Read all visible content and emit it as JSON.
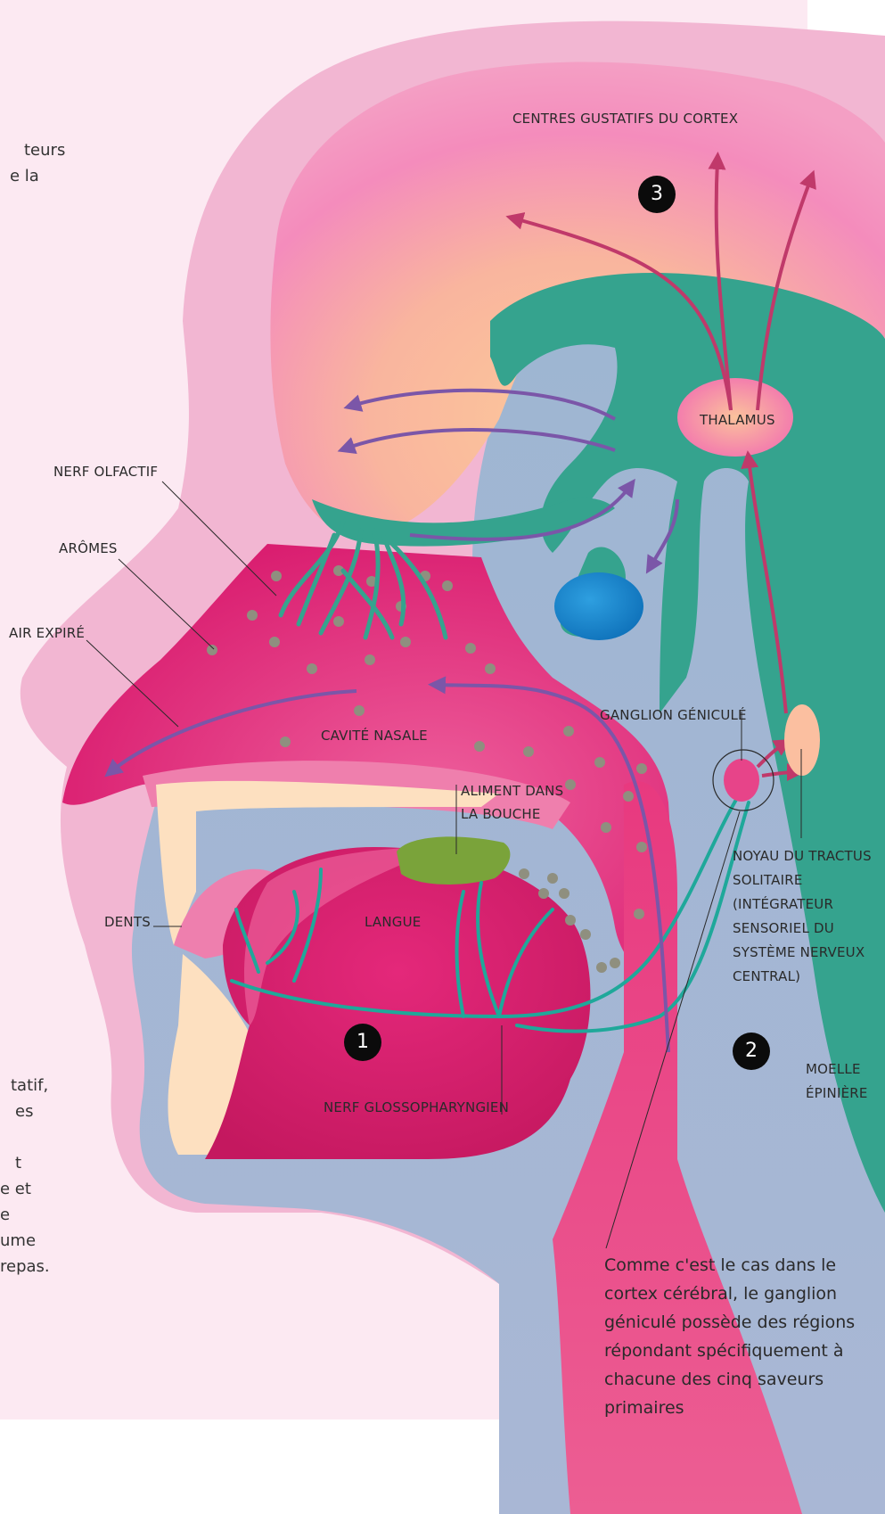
{
  "labels": {
    "cortex": "CENTRES GUSTATIFS DU CORTEX",
    "thalamus": "THALAMUS",
    "olfactory_nerve": "NERF OLFACTIF",
    "aromas": "ARÔMES",
    "exhaled_air": "AIR EXPIRÉ",
    "nasal_cavity": "CAVITÉ NASALE",
    "geniculate_ganglion": "GANGLION GÉNICULÉ",
    "food_line1": "ALIMENT DANS",
    "food_line2": "LA BOUCHE",
    "teeth": "DENTS",
    "tongue": "LANGUE",
    "nucleus_lines": [
      "NOYAU DU TRACTUS",
      "SOLITAIRE",
      "(INTÉGRATEUR",
      "SENSORIEL DU",
      "SYSTÈME NERVEUX",
      "CENTRAL)"
    ],
    "spinal_line1": "MOELLE",
    "spinal_line2": "ÉPINIÈRE",
    "glossopharyngeal": "NERF GLOSSOPHARYNGIEN"
  },
  "markers": [
    "1",
    "2",
    "3"
  ],
  "caption": "Comme c'est le cas dans le cortex cérébral, le ganglion géniculé possède des régions répondant spécifiquement à chacune des cinq saveurs primaires",
  "side_text_top": [
    "teurs",
    "e la"
  ],
  "side_text_bottom": [
    "tatif,",
    "es",
    "",
    "t",
    "e et",
    "e",
    "ume",
    "repas."
  ],
  "colors": {
    "background_pink": "#fce9f2",
    "head_outline": "#f2b6d2",
    "brain": "#f58fbd",
    "brain_inner": "#fbc79c",
    "nerve_teal": "#35a38e",
    "nasal_magenta": "#e52a7f",
    "tongue": "#d81e6e",
    "blue_tissue": "#8fb0cc",
    "arrow_purple": "#7b56a8",
    "arrow_red": "#c0396a"
  }
}
